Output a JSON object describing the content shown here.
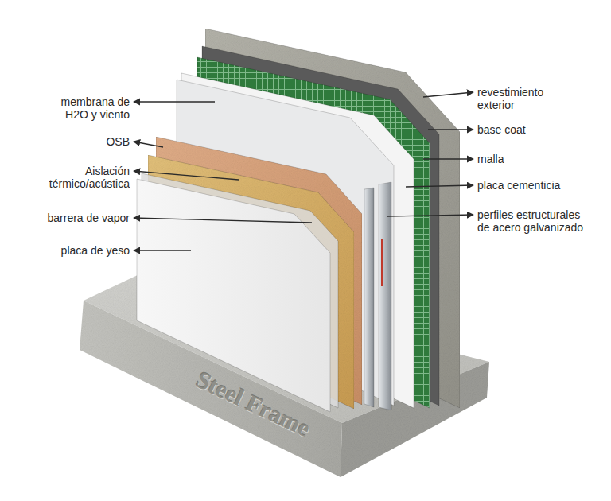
{
  "diagram": {
    "labels": [
      "membrana de H2O y viento",
      "OSB",
      "Aislación térmico/acústica",
      "barrera de vapor",
      "placa de yeso",
      "revestimiento exterior",
      "base coat",
      "malla",
      "placa cementicia",
      "perfiles estructurales de acero galvanizado",
      "Steel Frame"
    ]
  }
}
